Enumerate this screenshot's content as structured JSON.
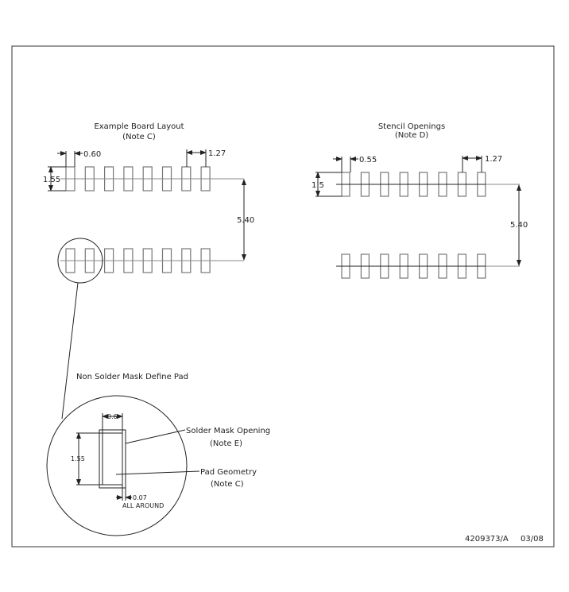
{
  "board_layout": {
    "title": "Example Board Layout",
    "note": "(Note C)",
    "pad_width": "0.60",
    "pitch": "1.27",
    "pad_length": "1.55",
    "row_spacing": "5.40",
    "pads_per_row": 8
  },
  "stencil": {
    "title": "Stencil Openings",
    "note": "(Note D)",
    "pad_width": "0.55",
    "pitch": "1.27",
    "pad_length": "1.5",
    "row_spacing": "5.40",
    "pads_per_row": 8
  },
  "detail": {
    "title": "Non Solder Mask Define Pad",
    "width": "0.6",
    "length": "1.55",
    "clearance": "0.07",
    "clearance_note": "ALL AROUND",
    "solder_mask_label": "Solder Mask Opening",
    "solder_mask_note": "(Note E)",
    "pad_geometry_label": "Pad Geometry",
    "pad_geometry_note": "(Note C)"
  },
  "drawing_number": "4209373/A",
  "date": "03/08"
}
